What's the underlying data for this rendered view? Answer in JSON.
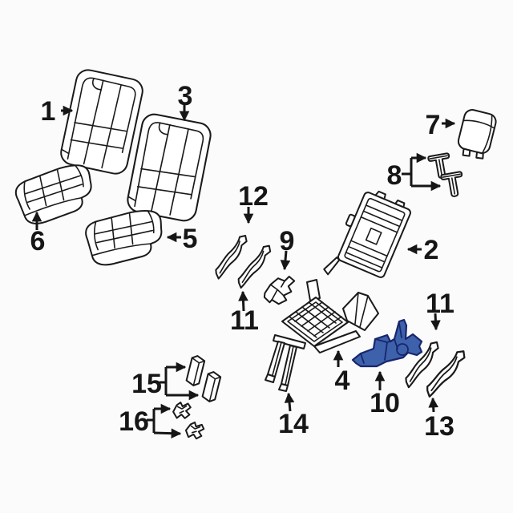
{
  "colors": {
    "background": "#fbfbfb",
    "line": "#1a1a1a",
    "label": "#161616",
    "highlight_fill": "#3e61ab",
    "highlight_stroke": "#17266b"
  },
  "callouts": [
    {
      "label": "1",
      "part": "seat-back-left",
      "highlighted": false
    },
    {
      "label": "2",
      "part": "seat-back-panel",
      "highlighted": false
    },
    {
      "label": "3",
      "part": "seat-back-right",
      "highlighted": false
    },
    {
      "label": "4",
      "part": "seat-cushion-frame",
      "highlighted": false
    },
    {
      "label": "5",
      "part": "seat-cushion-right",
      "highlighted": false
    },
    {
      "label": "6",
      "part": "seat-cushion-left",
      "highlighted": false
    },
    {
      "label": "7",
      "part": "headrest",
      "highlighted": false
    },
    {
      "label": "8",
      "part": "headrest-guide-pins",
      "highlighted": false
    },
    {
      "label": "9",
      "part": "hinge-bracket",
      "highlighted": false
    },
    {
      "label": "10",
      "part": "recliner-latch",
      "highlighted": true
    },
    {
      "label": "11",
      "part": "trim-strip-inner-left",
      "highlighted": false
    },
    {
      "label": "11",
      "part": "trim-strip-inner-right",
      "highlighted": false
    },
    {
      "label": "12",
      "part": "trim-strip-upper",
      "highlighted": false
    },
    {
      "label": "13",
      "part": "trim-strip-outer",
      "highlighted": false
    },
    {
      "label": "14",
      "part": "support-legs",
      "highlighted": false
    },
    {
      "label": "15",
      "part": "spacer-pads",
      "highlighted": false
    },
    {
      "label": "16",
      "part": "retainer-clips",
      "highlighted": false
    }
  ]
}
